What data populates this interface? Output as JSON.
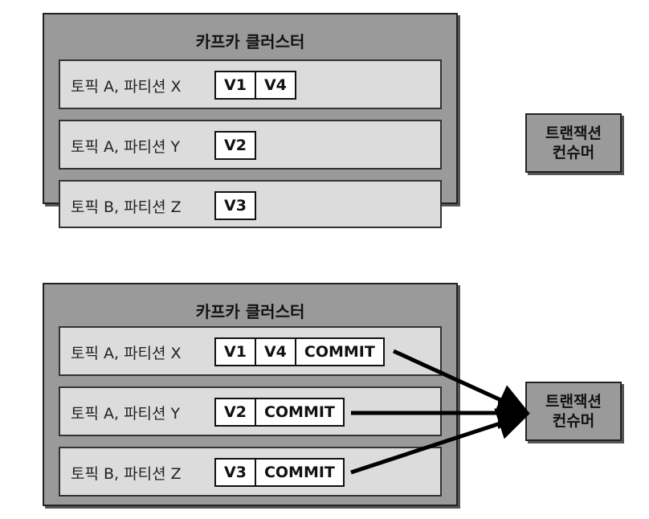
{
  "clusters": [
    {
      "title": "카프카 클러스터",
      "partitions": [
        {
          "label": "토픽 A, 파티션 X",
          "messages": [
            "V1",
            "V4"
          ]
        },
        {
          "label": "토픽 A, 파티션 Y",
          "messages": [
            "V2"
          ]
        },
        {
          "label": "토픽 B, 파티션 Z",
          "messages": [
            "V3"
          ]
        }
      ]
    },
    {
      "title": "카프카 클러스터",
      "partitions": [
        {
          "label": "토픽 A, 파티션 X",
          "messages": [
            "V1",
            "V4",
            "COMMIT"
          ]
        },
        {
          "label": "토픽 A, 파티션 Y",
          "messages": [
            "V2",
            "COMMIT"
          ]
        },
        {
          "label": "토픽 B, 파티션 Z",
          "messages": [
            "V3",
            "COMMIT"
          ]
        }
      ]
    }
  ],
  "consumers": [
    {
      "line1": "트랜잭션",
      "line2": "컨슈머"
    },
    {
      "line1": "트랜잭션",
      "line2": "컨슈머"
    }
  ]
}
